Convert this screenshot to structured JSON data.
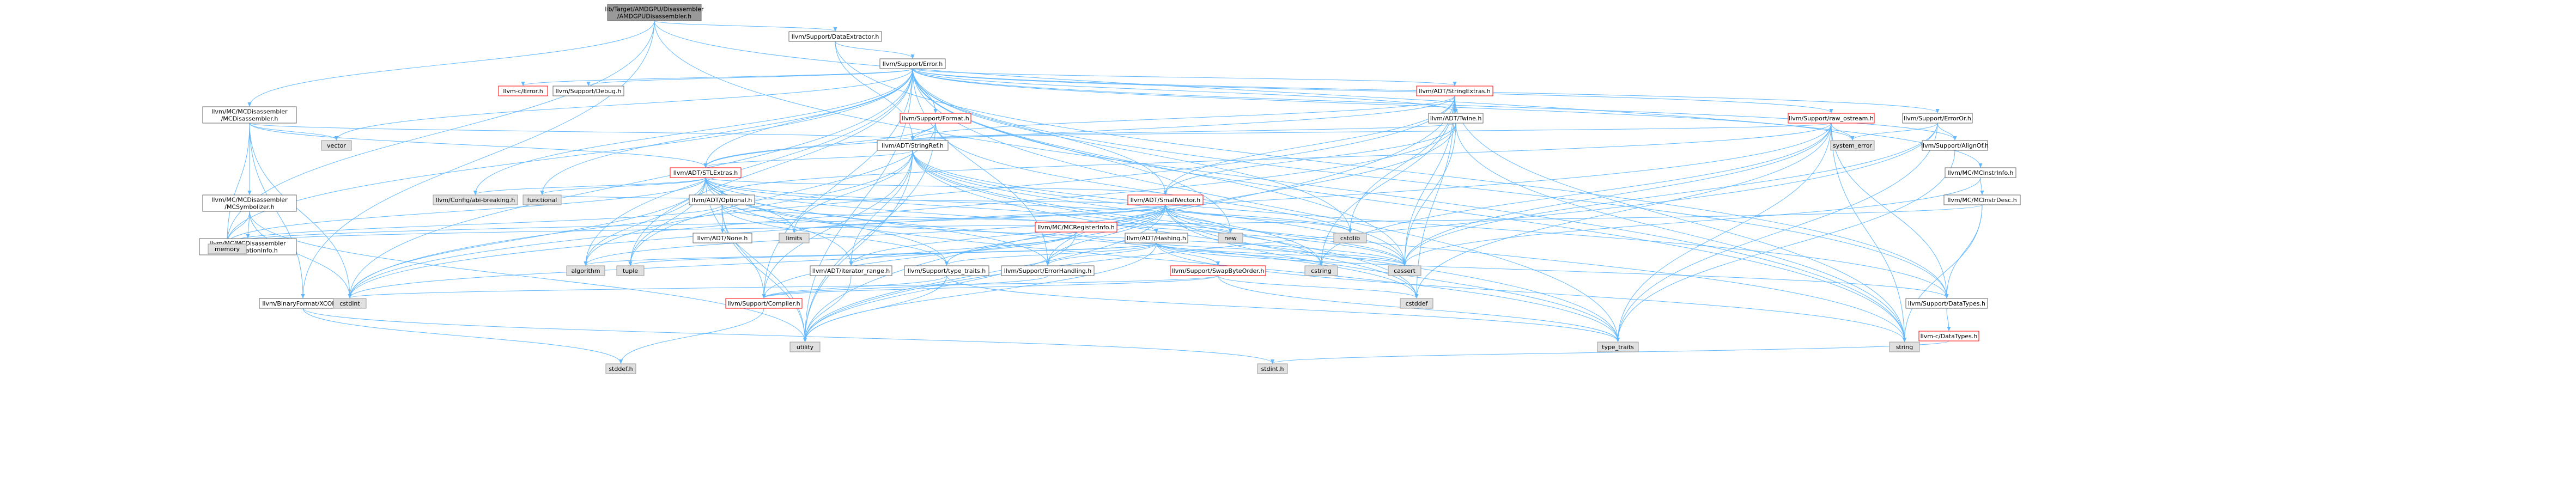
{
  "colors": {
    "root_fill": "#999999",
    "root_stroke": "#666666",
    "node_fill": "#ffffff",
    "node_stroke": "#666666",
    "missing_fill": "#e0e0e0",
    "missing_stroke": "#999999",
    "red_stroke": "#ff0000",
    "red_text": "#ff0000",
    "edge": "#63b8ff"
  },
  "nodes": [
    {
      "id": "root",
      "lines": [
        "lib/Target/AMDGPU/Disassembler",
        "/AMDGPUDisassembler.h"
      ],
      "style": "root"
    },
    {
      "id": "dataextractor",
      "lines": [
        "llvm/Support/DataExtractor.h"
      ],
      "style": "normal"
    },
    {
      "id": "mcdisassembler",
      "lines": [
        "llvm/MC/MCDisassembler",
        "/MCDisassembler.h"
      ],
      "style": "normal"
    },
    {
      "id": "error",
      "lines": [
        "llvm/Support/Error.h"
      ],
      "style": "normal"
    },
    {
      "id": "c_error",
      "lines": [
        "llvm-c/Error.h"
      ],
      "style": "red"
    },
    {
      "id": "debug",
      "lines": [
        "llvm/Support/Debug.h"
      ],
      "style": "normal"
    },
    {
      "id": "stringextras",
      "lines": [
        "llvm/ADT/StringExtras.h"
      ],
      "style": "red"
    },
    {
      "id": "format",
      "lines": [
        "llvm/Support/Format.h"
      ],
      "style": "red"
    },
    {
      "id": "twine",
      "lines": [
        "llvm/ADT/Twine.h"
      ],
      "style": "normal"
    },
    {
      "id": "raw_ostream",
      "lines": [
        "llvm/Support/raw_ostream.h"
      ],
      "style": "red"
    },
    {
      "id": "erroror",
      "lines": [
        "llvm/Support/ErrorOr.h"
      ],
      "style": "normal"
    },
    {
      "id": "stringref",
      "lines": [
        "llvm/ADT/StringRef.h"
      ],
      "style": "normal"
    },
    {
      "id": "alignof",
      "lines": [
        "llvm/Support/AlignOf.h"
      ],
      "style": "normal"
    },
    {
      "id": "system_error",
      "lines": [
        "system_error"
      ],
      "style": "missing"
    },
    {
      "id": "stlextras",
      "lines": [
        "llvm/ADT/STLExtras.h"
      ],
      "style": "red"
    },
    {
      "id": "mcinstrinfo",
      "lines": [
        "llvm/MC/MCInstrInfo.h"
      ],
      "style": "normal"
    },
    {
      "id": "mcinstrdesc",
      "lines": [
        "llvm/MC/MCInstrDesc.h"
      ],
      "style": "normal"
    },
    {
      "id": "vector",
      "lines": [
        "vector"
      ],
      "style": "missing"
    },
    {
      "id": "mcsymbolizer",
      "lines": [
        "llvm/MC/MCDisassembler",
        "/MCSymbolizer.h"
      ],
      "style": "normal"
    },
    {
      "id": "mcrelocationinfo",
      "lines": [
        "llvm/MC/MCDisassembler",
        "/MCRelocationInfo.h"
      ],
      "style": "normal"
    },
    {
      "id": "configdata",
      "lines": [
        "llvm/Config/abi-breaking.h"
      ],
      "style": "missing"
    },
    {
      "id": "functional",
      "lines": [
        "functional"
      ],
      "style": "missing"
    },
    {
      "id": "optional",
      "lines": [
        "llvm/ADT/Optional.h"
      ],
      "style": "normal"
    },
    {
      "id": "smallvector",
      "lines": [
        "llvm/ADT/SmallVector.h"
      ],
      "style": "red"
    },
    {
      "id": "mcregisterinfo",
      "lines": [
        "llvm/MC/MCRegisterInfo.h"
      ],
      "style": "red"
    },
    {
      "id": "memory",
      "lines": [
        "memory"
      ],
      "style": "missing"
    },
    {
      "id": "adtnone",
      "lines": [
        "llvm/ADT/None.h"
      ],
      "style": "normal"
    },
    {
      "id": "hashing",
      "lines": [
        "llvm/ADT/Hashing.h"
      ],
      "style": "normal"
    },
    {
      "id": "limits",
      "lines": [
        "limits"
      ],
      "style": "missing"
    },
    {
      "id": "new",
      "lines": [
        "new"
      ],
      "style": "missing"
    },
    {
      "id": "cstdlib",
      "lines": [
        "cstdlib"
      ],
      "style": "missing"
    },
    {
      "id": "algorithm",
      "lines": [
        "algorithm"
      ],
      "style": "missing"
    },
    {
      "id": "tuple",
      "lines": [
        "tuple"
      ],
      "style": "missing"
    },
    {
      "id": "iterator_range",
      "lines": [
        "llvm/ADT/iterator_range.h"
      ],
      "style": "normal"
    },
    {
      "id": "type_traits_h",
      "lines": [
        "llvm/Support/type_traits.h"
      ],
      "style": "normal"
    },
    {
      "id": "errorhandling",
      "lines": [
        "llvm/Support/ErrorHandling.h"
      ],
      "style": "normal"
    },
    {
      "id": "swapbyteorder",
      "lines": [
        "llvm/Support/SwapByteOrder.h"
      ],
      "style": "red"
    },
    {
      "id": "cstring",
      "lines": [
        "cstring"
      ],
      "style": "missing"
    },
    {
      "id": "cassert",
      "lines": [
        "cassert"
      ],
      "style": "missing"
    },
    {
      "id": "datatypes",
      "lines": [
        "llvm/Support/DataTypes.h"
      ],
      "style": "normal"
    },
    {
      "id": "binaryformat",
      "lines": [
        "llvm/BinaryFormat/XCOFF.h"
      ],
      "style": "normal"
    },
    {
      "id": "cstdint",
      "lines": [
        "cstdint"
      ],
      "style": "missing"
    },
    {
      "id": "compiler",
      "lines": [
        "llvm/Support/Compiler.h"
      ],
      "style": "red"
    },
    {
      "id": "utility",
      "lines": [
        "utility"
      ],
      "style": "missing"
    },
    {
      "id": "cstddef",
      "lines": [
        "cstddef"
      ],
      "style": "missing"
    },
    {
      "id": "type_traits",
      "lines": [
        "type_traits"
      ],
      "style": "missing"
    },
    {
      "id": "string",
      "lines": [
        "string"
      ],
      "style": "missing"
    },
    {
      "id": "c_datatypes",
      "lines": [
        "llvm-c/DataTypes.h"
      ],
      "style": "red"
    },
    {
      "id": "stddef",
      "lines": [
        "stddef.h"
      ],
      "style": "missing"
    },
    {
      "id": "stdint",
      "lines": [
        "stdint.h"
      ],
      "style": "missing"
    }
  ],
  "edges": [
    [
      "root",
      "dataextractor"
    ],
    [
      "root",
      "mcdisassembler"
    ],
    [
      "root",
      "memory"
    ],
    [
      "root",
      "binaryformat"
    ],
    [
      "root",
      "string"
    ],
    [
      "root",
      "mcinstrinfo"
    ],
    [
      "dataextractor",
      "error"
    ],
    [
      "dataextractor",
      "stringref"
    ],
    [
      "dataextractor",
      "datatypes"
    ],
    [
      "mcdisassembler",
      "mcsymbolizer"
    ],
    [
      "mcdisassembler",
      "stringref"
    ],
    [
      "mcdisassembler",
      "binaryformat"
    ],
    [
      "mcdisassembler",
      "vector"
    ],
    [
      "mcdisassembler",
      "memory"
    ],
    [
      "mcdisassembler",
      "cstdint"
    ],
    [
      "mcdisassembler",
      "stlextras"
    ],
    [
      "error",
      "c_error"
    ],
    [
      "error",
      "debug"
    ],
    [
      "error",
      "stringextras"
    ],
    [
      "error",
      "format"
    ],
    [
      "error",
      "twine"
    ],
    [
      "error",
      "raw_ostream"
    ],
    [
      "error",
      "erroror"
    ],
    [
      "error",
      "stlextras"
    ],
    [
      "error",
      "smallvector"
    ],
    [
      "error",
      "configdata"
    ],
    [
      "error",
      "functional"
    ],
    [
      "error",
      "memory"
    ],
    [
      "error",
      "vector"
    ],
    [
      "error",
      "system_error"
    ],
    [
      "error",
      "errorhandling"
    ],
    [
      "error",
      "compiler"
    ],
    [
      "error",
      "algorithm"
    ],
    [
      "error",
      "cassert"
    ],
    [
      "error",
      "cstdint"
    ],
    [
      "error",
      "cstdlib"
    ],
    [
      "error",
      "new"
    ],
    [
      "error",
      "string"
    ],
    [
      "error",
      "utility"
    ],
    [
      "error",
      "tuple"
    ],
    [
      "error",
      "type_traits"
    ],
    [
      "error",
      "alignof"
    ],
    [
      "error",
      "datatypes"
    ],
    [
      "stringextras",
      "twine"
    ],
    [
      "stringextras",
      "stringref"
    ],
    [
      "stringextras",
      "smallvector"
    ],
    [
      "stringextras",
      "stlextras"
    ],
    [
      "stringextras",
      "cassert"
    ],
    [
      "stringextras",
      "cstddef"
    ],
    [
      "stringextras",
      "cstdint"
    ],
    [
      "stringextras",
      "cstdlib"
    ],
    [
      "stringextras",
      "cstring"
    ],
    [
      "stringextras",
      "string"
    ],
    [
      "stringextras",
      "utility"
    ],
    [
      "format",
      "stlextras"
    ],
    [
      "format",
      "stringref"
    ],
    [
      "format",
      "cassert"
    ],
    [
      "format",
      "cstdio"
    ],
    [
      "format",
      "tuple"
    ],
    [
      "format",
      "utility"
    ],
    [
      "twine",
      "smallvector"
    ],
    [
      "twine",
      "stringref"
    ],
    [
      "twine",
      "errorhandling"
    ],
    [
      "twine",
      "cassert"
    ],
    [
      "twine",
      "cstdint"
    ],
    [
      "twine",
      "string"
    ],
    [
      "raw_ostream",
      "stringref"
    ],
    [
      "raw_ostream",
      "optional"
    ],
    [
      "raw_ostream",
      "datatypes"
    ],
    [
      "raw_ostream",
      "cassert"
    ],
    [
      "raw_ostream",
      "cstddef"
    ],
    [
      "raw_ostream",
      "cstdint"
    ],
    [
      "raw_ostream",
      "cstring"
    ],
    [
      "raw_ostream",
      "string"
    ],
    [
      "raw_ostream",
      "system_error"
    ],
    [
      "raw_ostream",
      "type_traits"
    ],
    [
      "erroror",
      "alignof"
    ],
    [
      "erroror",
      "cassert"
    ],
    [
      "erroror",
      "system_error"
    ],
    [
      "erroror",
      "type_traits"
    ],
    [
      "erroror",
      "utility"
    ],
    [
      "stringref",
      "stlextras"
    ],
    [
      "stringref",
      "iterator_range"
    ],
    [
      "stringref",
      "compiler"
    ],
    [
      "stringref",
      "algorithm"
    ],
    [
      "stringref",
      "cassert"
    ],
    [
      "stringref",
      "cstddef"
    ],
    [
      "stringref",
      "cstring"
    ],
    [
      "stringref",
      "limits"
    ],
    [
      "stringref",
      "string"
    ],
    [
      "stringref",
      "type_traits"
    ],
    [
      "stringref",
      "utility"
    ],
    [
      "stringref",
      "datatypes"
    ],
    [
      "alignof",
      "type_traits"
    ],
    [
      "stlextras",
      "hashing"
    ],
    [
      "stlextras",
      "optional"
    ],
    [
      "stlextras",
      "iterator_range"
    ],
    [
      "stlextras",
      "configdata"
    ],
    [
      "stlextras",
      "errorhandling"
    ],
    [
      "stlextras",
      "algorithm"
    ],
    [
      "stlextras",
      "cassert"
    ],
    [
      "stlextras",
      "cstddef"
    ],
    [
      "stlextras",
      "cstdint"
    ],
    [
      "stlextras",
      "cstdlib"
    ],
    [
      "stlextras",
      "functional"
    ],
    [
      "stlextras",
      "limits"
    ],
    [
      "stlextras",
      "memory"
    ],
    [
      "stlextras",
      "tuple"
    ],
    [
      "stlextras",
      "type_traits"
    ],
    [
      "stlextras",
      "utility"
    ],
    [
      "stlextras",
      "type_traits_h"
    ],
    [
      "stlextras",
      "smallvector"
    ],
    [
      "mcinstrinfo",
      "mcinstrdesc"
    ],
    [
      "mcinstrinfo",
      "cassert"
    ],
    [
      "mcinstrdesc",
      "memory"
    ],
    [
      "mcinstrdesc",
      "datatypes"
    ],
    [
      "mcinstrdesc",
      "string"
    ],
    [
      "mcsymbolizer",
      "mcrelocationinfo"
    ],
    [
      "mcsymbolizer",
      "cstdint"
    ],
    [
      "mcsymbolizer",
      "memory"
    ],
    [
      "mcsymbolizer",
      "utility"
    ],
    [
      "optional",
      "adtnone"
    ],
    [
      "optional",
      "compiler"
    ],
    [
      "optional",
      "type_traits_h"
    ],
    [
      "optional",
      "cassert"
    ],
    [
      "optional",
      "memory"
    ],
    [
      "optional",
      "new"
    ],
    [
      "optional",
      "utility"
    ],
    [
      "smallvector",
      "compiler"
    ],
    [
      "smallvector",
      "type_traits_h"
    ],
    [
      "smallvector",
      "algorithm"
    ],
    [
      "smallvector",
      "cassert"
    ],
    [
      "smallvector",
      "cstddef"
    ],
    [
      "smallvector",
      "cstdlib"
    ],
    [
      "smallvector",
      "cstring"
    ],
    [
      "smallvector",
      "functional"
    ],
    [
      "smallvector",
      "memory"
    ],
    [
      "smallvector",
      "limits"
    ],
    [
      "smallvector",
      "new"
    ],
    [
      "smallvector",
      "type_traits"
    ],
    [
      "smallvector",
      "utility"
    ],
    [
      "smallvector",
      "iterator_range"
    ],
    [
      "smallvector",
      "errorhandling"
    ],
    [
      "mcregisterinfo",
      "iterator_range"
    ],
    [
      "mcregisterinfo",
      "cassert"
    ],
    [
      "mcregisterinfo",
      "utility"
    ],
    [
      "mcregisterinfo",
      "cstdint"
    ],
    [
      "hashing",
      "errorhandling"
    ],
    [
      "hashing",
      "datatypes"
    ],
    [
      "hashing",
      "swapbyteorder"
    ],
    [
      "hashing",
      "type_traits_h"
    ],
    [
      "hashing",
      "algorithm"
    ],
    [
      "hashing",
      "cassert"
    ],
    [
      "hashing",
      "cstring"
    ],
    [
      "hashing",
      "string"
    ],
    [
      "hashing",
      "tuple"
    ],
    [
      "hashing",
      "utility"
    ],
    [
      "iterator_range",
      "utility"
    ],
    [
      "type_traits_h",
      "compiler"
    ],
    [
      "type_traits_h",
      "type_traits"
    ],
    [
      "type_traits_h",
      "utility"
    ],
    [
      "errorhandling",
      "compiler"
    ],
    [
      "swapbyteorder",
      "compiler"
    ],
    [
      "swapbyteorder",
      "cstddef"
    ],
    [
      "swapbyteorder",
      "cstdint"
    ],
    [
      "swapbyteorder",
      "type_traits"
    ],
    [
      "datatypes",
      "c_datatypes"
    ],
    [
      "c_datatypes",
      "stdint"
    ],
    [
      "binaryformat",
      "stddef"
    ],
    [
      "binaryformat",
      "stdint"
    ],
    [
      "compiler",
      "stddef"
    ]
  ]
}
